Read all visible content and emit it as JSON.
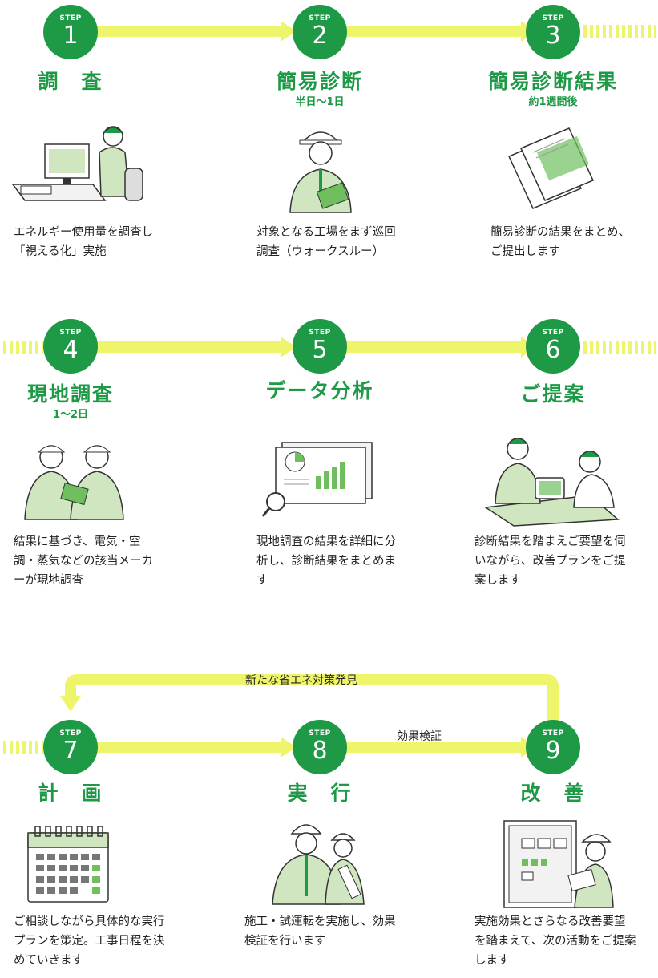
{
  "steps": [
    {
      "label": "STEP",
      "num": "1",
      "title": "調　査",
      "sub": "",
      "desc": "エネルギー使用量を調査し「視える化」実施"
    },
    {
      "label": "STEP",
      "num": "2",
      "title": "簡易診断",
      "sub": "半日～1日",
      "desc": "対象となる工場をまず巡回調査（ウォークスルー）"
    },
    {
      "label": "STEP",
      "num": "3",
      "title": "簡易診断結果",
      "sub": "約1週間後",
      "desc": "簡易診断の結果をまとめ、ご提出します"
    },
    {
      "label": "STEP",
      "num": "4",
      "title": "現地調査",
      "sub": "1～2日",
      "desc": "結果に基づき、電気・空調・蒸気などの該当メーカーが現地調査"
    },
    {
      "label": "STEP",
      "num": "5",
      "title": "データ分析",
      "sub": "",
      "desc": "現地調査の結果を詳細に分析し、診断結果をまとめます"
    },
    {
      "label": "STEP",
      "num": "6",
      "title": "ご提案",
      "sub": "",
      "desc": "診断結果を踏まえご要望を伺いながら、改善プランをご提案します"
    },
    {
      "label": "STEP",
      "num": "7",
      "title": "計　画",
      "sub": "",
      "desc": "ご相談しながら具体的な実行プランを策定。工事日程を決めていきます"
    },
    {
      "label": "STEP",
      "num": "8",
      "title": "実　行",
      "sub": "",
      "desc": "施工・試運転を実施し、効果検証を行います"
    },
    {
      "label": "STEP",
      "num": "9",
      "title": "改　善",
      "sub": "",
      "desc": "実施効果とさらなる改善要望を踏まえて、次の活動をご提案します"
    }
  ],
  "notes": {
    "loop": "新たな省エネ対策発見",
    "verify": "効果検証"
  },
  "colors": {
    "green": "#1e9a47",
    "yellow": "#eef56a",
    "light_green": "#cfe6c0"
  },
  "icons": [
    "office-worker-icon",
    "inspector-clipboard-icon",
    "report-documents-icon",
    "two-inspectors-icon",
    "data-analysis-icon",
    "consultation-icon",
    "calendar-icon",
    "workers-icon",
    "control-panel-icon"
  ]
}
